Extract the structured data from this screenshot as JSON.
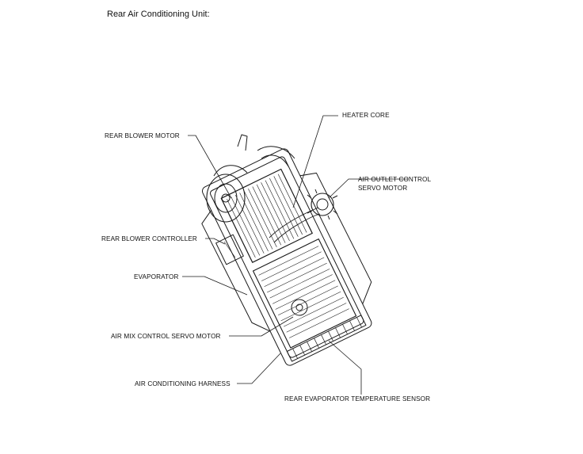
{
  "heading": "Rear Air Conditioning Unit:",
  "labels": {
    "heater_core": "HEATER CORE",
    "rear_blower_motor": "REAR BLOWER MOTOR",
    "air_outlet_control_line1": "AIR OUTLET CONTROL",
    "air_outlet_control_line2": "SERVO MOTOR",
    "rear_blower_controller": "REAR BLOWER CONTROLLER",
    "evaporator": "EVAPORATOR",
    "air_mix_control_servo_motor": "AIR MIX CONTROL SERVO MOTOR",
    "air_conditioning_harness": "AIR CONDITIONING HARNESS",
    "rear_evaporator_temperature_sensor": "REAR EVAPORATOR TEMPERATURE SENSOR"
  }
}
